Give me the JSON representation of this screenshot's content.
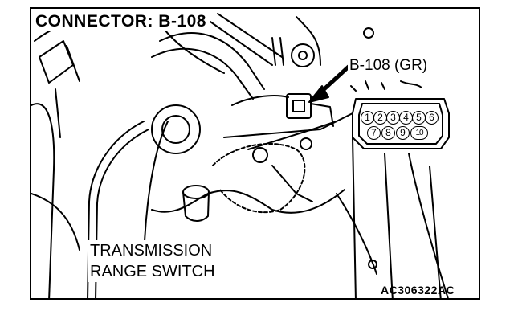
{
  "figure": {
    "title": "CONNECTOR: B-108",
    "connector_label": "B-108 (GR)",
    "component_label_line1": "TRANSMISSION",
    "component_label_line2": "RANGE SWITCH",
    "figure_code": "AC306322AC"
  },
  "connector_face": {
    "row_top": [
      "1",
      "2",
      "3",
      "4",
      "5",
      "6"
    ],
    "row_bottom": [
      "7",
      "8",
      "9",
      "10"
    ]
  }
}
